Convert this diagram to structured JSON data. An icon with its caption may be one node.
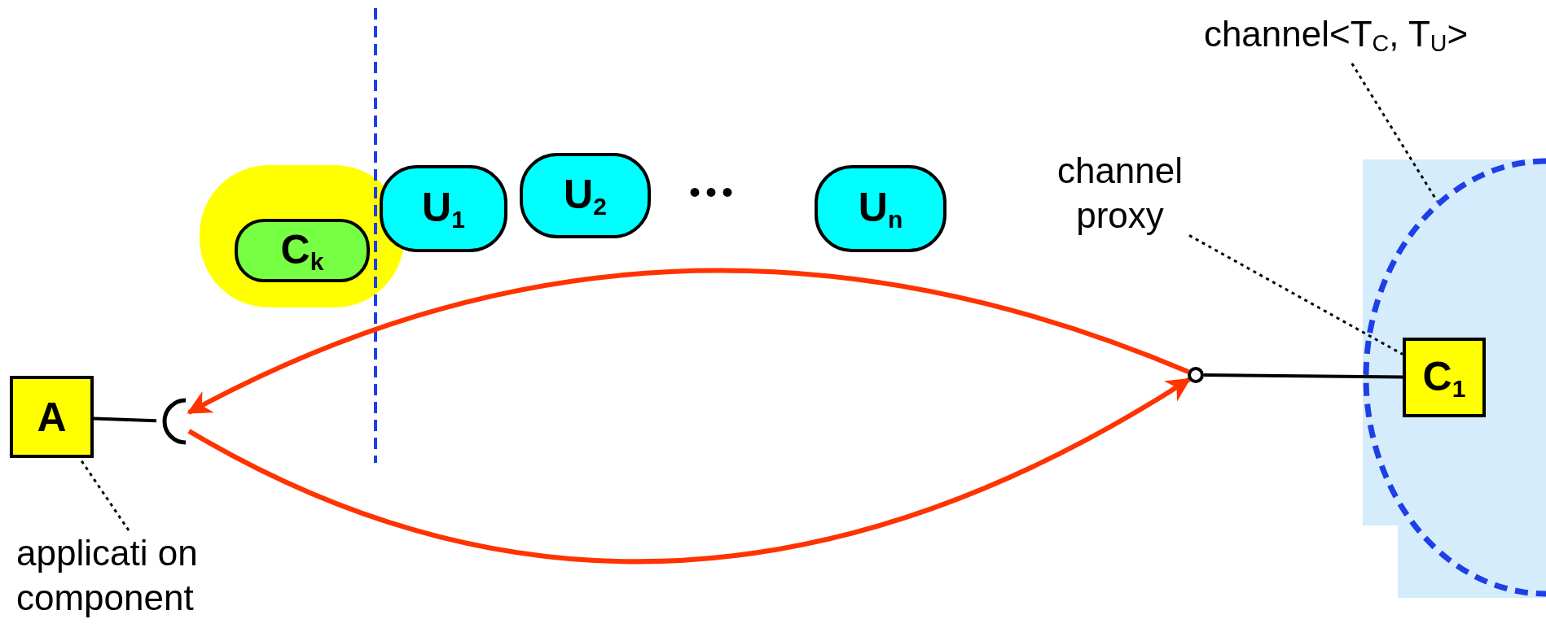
{
  "diagram": {
    "nodes": [
      {
        "text": [
          "channel<T$_{C}$, T$_{U}$>"
        ]
      },
      {
        "text": [
          "C$_{k}$"
        ]
      },
      {
        "text": [
          "U$_{1}$"
        ]
      },
      {
        "text": [
          "U$_{2}$"
        ]
      },
      {
        "text": [
          "U$_{n}$"
        ]
      },
      {
        "text": [
          "channel proxy"
        ]
      },
      {
        "text": [],
        "shape": "circle"
      },
      {
        "text": [
          "A"
        ]
      },
      {
        "text": [],
        "shape": "arc"
      },
      {
        "text": [],
        "shape": "circle"
      },
      {
        "text": [
          "C$_{1}$"
        ],
        "in": 6
      },
      {
        "text": [
          "applicati on component"
        ]
      }
    ],
    "edges": [
      {
        "from": 7,
        "to": 8,
        "arrow": "none"
      },
      {
        "from": 9,
        "to": 10,
        "arrow": "none"
      },
      {
        "from": 9,
        "to": 8,
        "arrow": "to",
        "color": "#ff3300"
      },
      {
        "from": 8,
        "to": 9,
        "arrow": "to",
        "color": "#ff3300"
      },
      {
        "from": 11,
        "to": 7,
        "arrow": "none",
        "style": "dashed"
      },
      {
        "from": 5,
        "to": 10,
        "arrow": "none",
        "style": "dashed"
      },
      {
        "from": 0,
        "to": 6,
        "arrow": "none",
        "style": "dashed"
      }
    ],
    "labels": [
      "•••"
    ]
  }
}
